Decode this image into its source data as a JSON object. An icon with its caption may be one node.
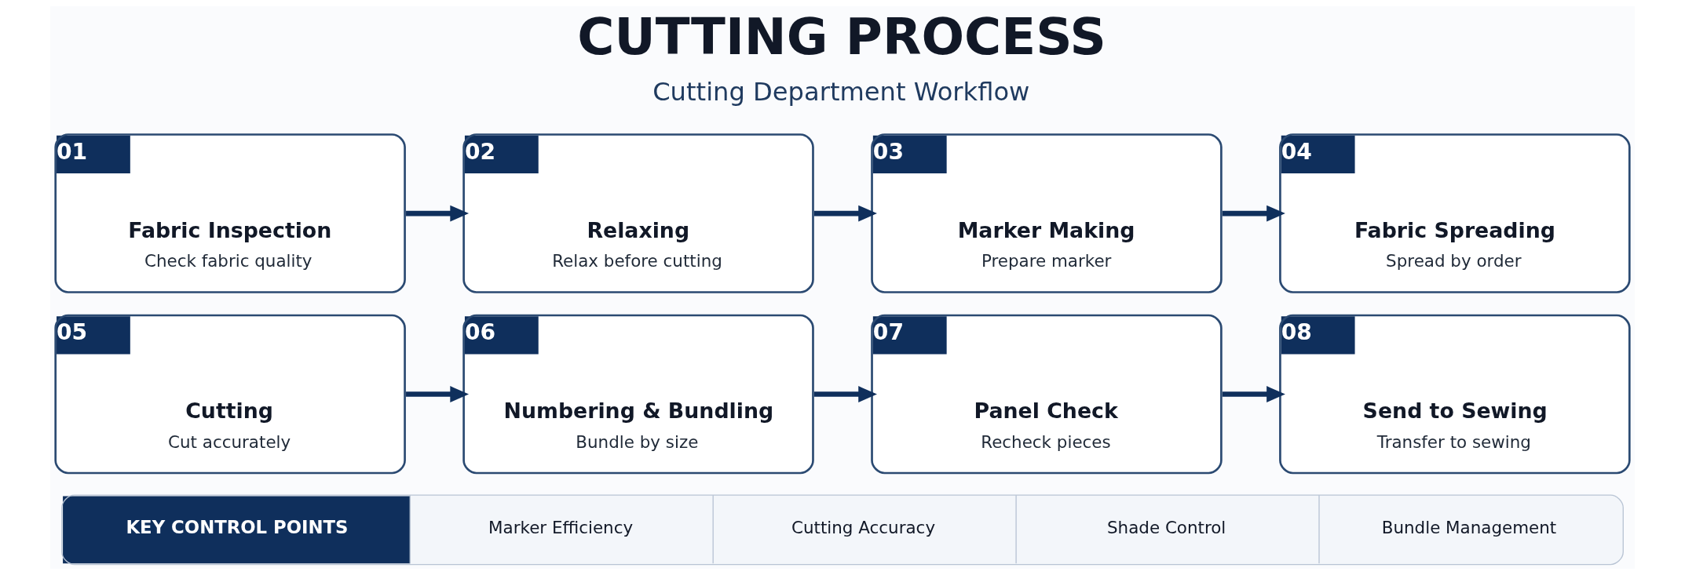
{
  "diagram": {
    "title": "CUTTING PROCESS",
    "nodes": [
      {
        "text": [
          "01",
          "Fabric Inspection",
          "Check fabric quality"
        ]
      },
      {
        "text": [
          "02",
          "Relaxing",
          "Relax before cutting"
        ]
      },
      {
        "text": [
          "03",
          "Marker Making",
          "Prepare marker"
        ]
      },
      {
        "text": [
          "04",
          "Fabric Spreading",
          "Spread by order"
        ]
      },
      {
        "text": [
          "05",
          "Cutting",
          "Cut accurately"
        ]
      },
      {
        "text": [
          "06",
          "Numbering & Bundling",
          "Bundle by size"
        ]
      },
      {
        "text": [
          "07",
          "Panel Check",
          "Recheck pieces"
        ]
      },
      {
        "text": [
          "08",
          "Send to Sewing",
          "Transfer to sewing"
        ]
      },
      {
        "text": [
          "KEY CONTROL POINTS",
          "Marker Efficiency",
          "Cutting Accuracy",
          "Shade Control",
          "Bundle Management"
        ]
      }
    ],
    "edges": [
      {
        "from": 0,
        "to": 1,
        "arrow": "to"
      },
      {
        "from": 1,
        "to": 2,
        "arrow": "to"
      },
      {
        "from": 2,
        "to": 3,
        "arrow": "to"
      },
      {
        "from": 4,
        "to": 5,
        "arrow": "to"
      },
      {
        "from": 5,
        "to": 6,
        "arrow": "to"
      },
      {
        "from": 6,
        "to": 7,
        "arrow": "to"
      }
    ],
    "labels": [
      "Cutting Department Workflow"
    ]
  }
}
